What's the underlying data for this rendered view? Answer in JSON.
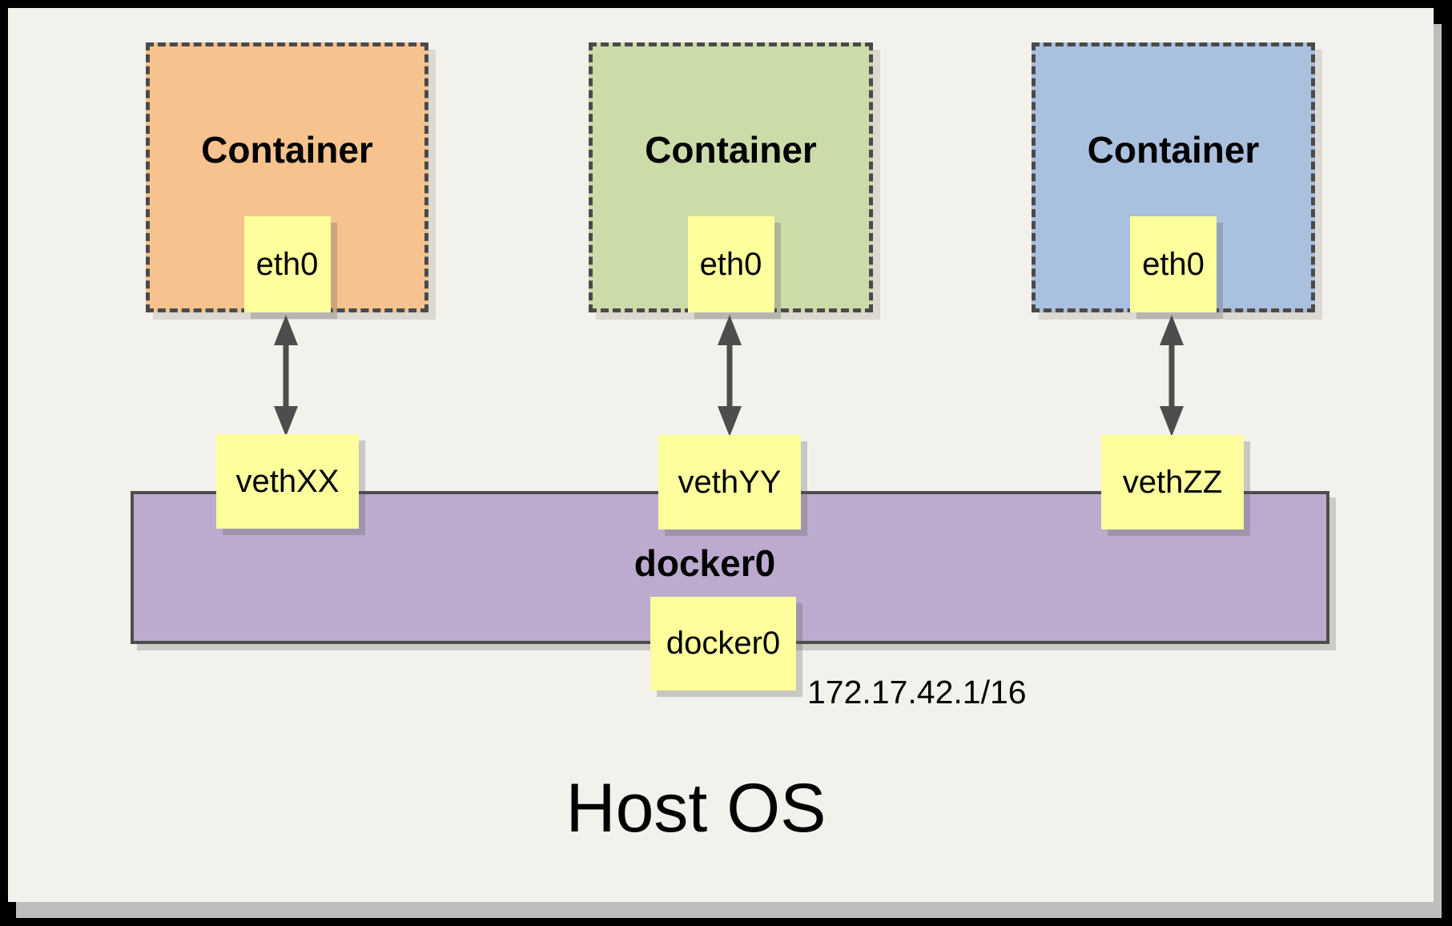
{
  "page": {
    "background": "#F2F1EC",
    "frame_color": "#000000",
    "shadow_color": "#BDBDBD"
  },
  "diagram": {
    "host_label": "Host OS",
    "note_fill": "#FEFE9C",
    "arrow_color": "#4D4D4D",
    "dashed_border_color": "#4A4A4A",
    "bridge": {
      "label": "docker0",
      "interface_label": "docker0",
      "subnet": "172.17.42.1/16",
      "fill": "#BCABCE",
      "border_color": "#4D4D4D"
    },
    "containers": [
      {
        "label": "Container",
        "interface_label": "eth0",
        "veth_label": "vethXX",
        "fill": "#F6C28E"
      },
      {
        "label": "Container",
        "interface_label": "eth0",
        "veth_label": "vethYY",
        "fill": "#CCDCA9"
      },
      {
        "label": "Container",
        "interface_label": "eth0",
        "veth_label": "vethZZ",
        "fill": "#AAC0DF"
      }
    ]
  }
}
